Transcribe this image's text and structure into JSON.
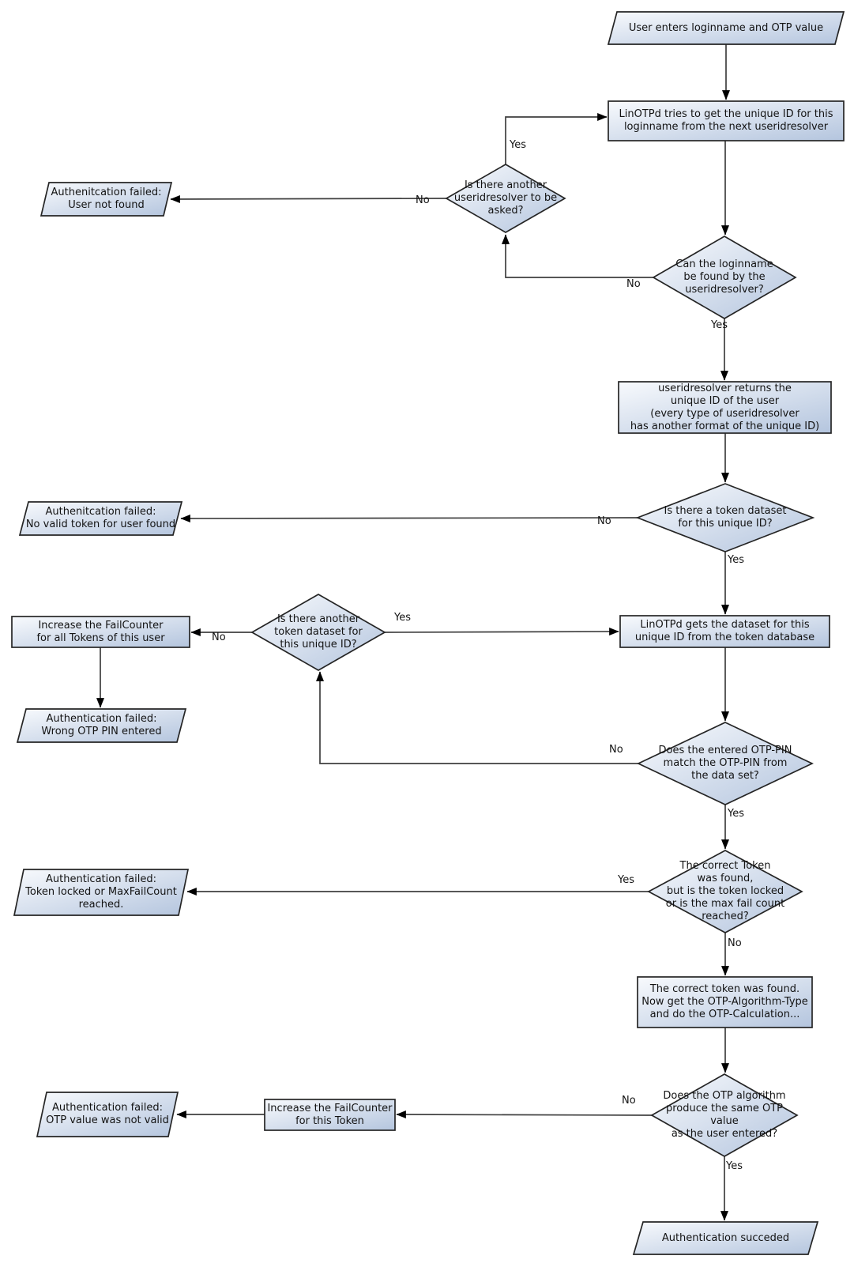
{
  "flowchart": {
    "nodes": {
      "start": {
        "type": "io",
        "label": "User enters loginname and OTP value"
      },
      "resolve_unique_id": {
        "type": "process",
        "label": "LinOTPd tries to get the unique ID for this\nloginname from the next useridresolver"
      },
      "another_resolver": {
        "type": "decision",
        "label": "Is there another\nuseridresolver to be\nasked?"
      },
      "fail_user_not_found": {
        "type": "io",
        "label": "Authenitcation failed:\nUser not found"
      },
      "loginname_found": {
        "type": "decision",
        "label": "Can the loginname\nbe found by the\nuseridresolver?"
      },
      "resolver_returns": {
        "type": "process",
        "label": "useridresolver returns the\nunique ID of the user\n(every type of useridresolver\nhas another format of the unique ID)"
      },
      "token_dataset_exists": {
        "type": "decision",
        "label": "Is there a token dataset\nfor this unique ID?"
      },
      "fail_no_valid_token": {
        "type": "io",
        "label": "Authenitcation failed:\nNo valid token for user found"
      },
      "get_dataset": {
        "type": "process",
        "label": "LinOTPd gets the dataset for this\nunique ID from the token database"
      },
      "another_token_dataset": {
        "type": "decision",
        "label": "Is there another\ntoken dataset for\nthis unique ID?"
      },
      "increase_fail_all": {
        "type": "process",
        "label": "Increase the FailCounter\nfor all Tokens of this user"
      },
      "fail_wrong_pin": {
        "type": "io",
        "label": "Authentication failed:\nWrong OTP PIN entered"
      },
      "pin_match": {
        "type": "decision",
        "label": "Does the entered OTP-PIN\nmatch the OTP-PIN from\nthe data set?"
      },
      "token_locked": {
        "type": "decision",
        "label": "The correct Token\nwas found,\nbut is the token locked\nor is the max fail count\nreached?"
      },
      "fail_token_locked": {
        "type": "io",
        "label": "Authentication failed:\nToken locked or MaxFailCount\nreached."
      },
      "correct_token_found": {
        "type": "process",
        "label": "The correct token was found.\nNow get the OTP-Algorithm-Type\nand do the OTP-Calculation..."
      },
      "otp_match": {
        "type": "decision",
        "label": "Does the OTP algorithm\nproduce the same OTP value\nas the user entered?"
      },
      "increase_fail_token": {
        "type": "process",
        "label": "Increase the FailCounter\nfor this Token"
      },
      "fail_otp_invalid": {
        "type": "io",
        "label": "Authentication failed:\nOTP value was not valid"
      },
      "success": {
        "type": "io",
        "label": "Authentication succeded"
      }
    },
    "edge_labels": {
      "yes": "Yes",
      "no": "No"
    },
    "colors": {
      "node_fill_light": "#f8fafd",
      "node_fill_dark": "#b4c5de",
      "node_border": "#252525",
      "connector": "#3f3f3f",
      "text": "#131313"
    }
  }
}
